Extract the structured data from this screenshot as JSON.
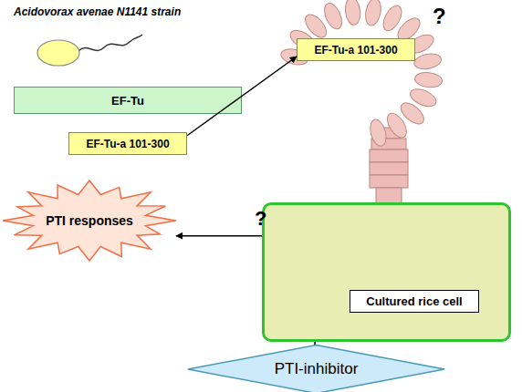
{
  "diagram": {
    "nodes": [
      {
        "text": [
          "EF-Tu"
        ]
      },
      {
        "text": [
          "EF-Tu-a 101-300"
        ]
      },
      {
        "text": [
          "EF-Tu-a 101-300"
        ]
      },
      {
        "text": [
          "PTI responses"
        ]
      },
      {
        "text": [
          "Cultured rice cell"
        ]
      },
      {
        "text": [
          "PTI-inhibitor"
        ]
      }
    ],
    "edges": [
      {
        "from": 1,
        "to": 2,
        "arrow": "to"
      },
      {
        "from": 4,
        "to": 3,
        "arrow": "to",
        "label": "?"
      }
    ],
    "labels": [
      "Acidovorax avenae N1141 strain",
      "?"
    ]
  }
}
